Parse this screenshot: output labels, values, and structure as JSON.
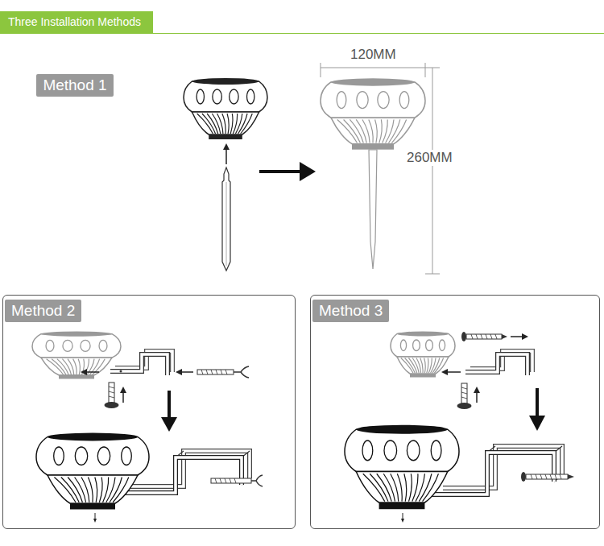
{
  "diagram": {
    "title": "Three Installation Methods",
    "nodes": [
      {
        "text": [
          "Method 1"
        ]
      },
      {
        "text": [
          "Method 2"
        ]
      },
      {
        "text": [
          "Method 3"
        ]
      }
    ],
    "labels": [
      "120MM",
      "260MM"
    ]
  }
}
